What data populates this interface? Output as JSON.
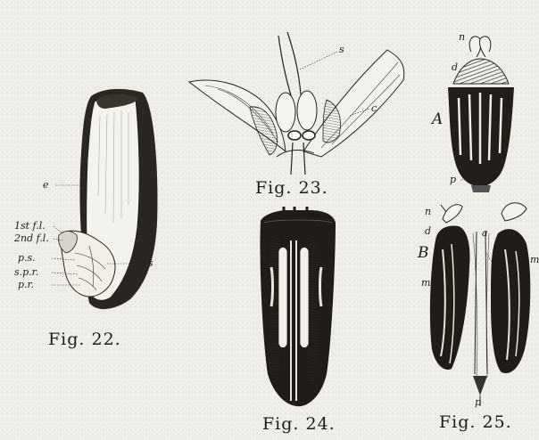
{
  "figures": {
    "fig22": {
      "caption": "Fig. 22.",
      "labels": {
        "e": "e",
        "first_fl": "1st f.l.",
        "second_fl": "2nd f.l.",
        "ps": "p.s.",
        "s": "s",
        "spr": "s.p.r.",
        "pr": "p.r."
      }
    },
    "fig23": {
      "caption": "Fig. 23.",
      "labels": {
        "s": "s",
        "c": "c"
      }
    },
    "fig24": {
      "caption": "Fig. 24."
    },
    "fig25": {
      "caption": "Fig. 25.",
      "labels": {
        "n_top": "n",
        "d_top": "d",
        "A": "A",
        "p_top": "p",
        "n_bottom": "n",
        "d_bottom": "d",
        "a": "a",
        "B": "B",
        "m_right": "m",
        "m_left": "m",
        "p_bottom": "p"
      }
    }
  }
}
